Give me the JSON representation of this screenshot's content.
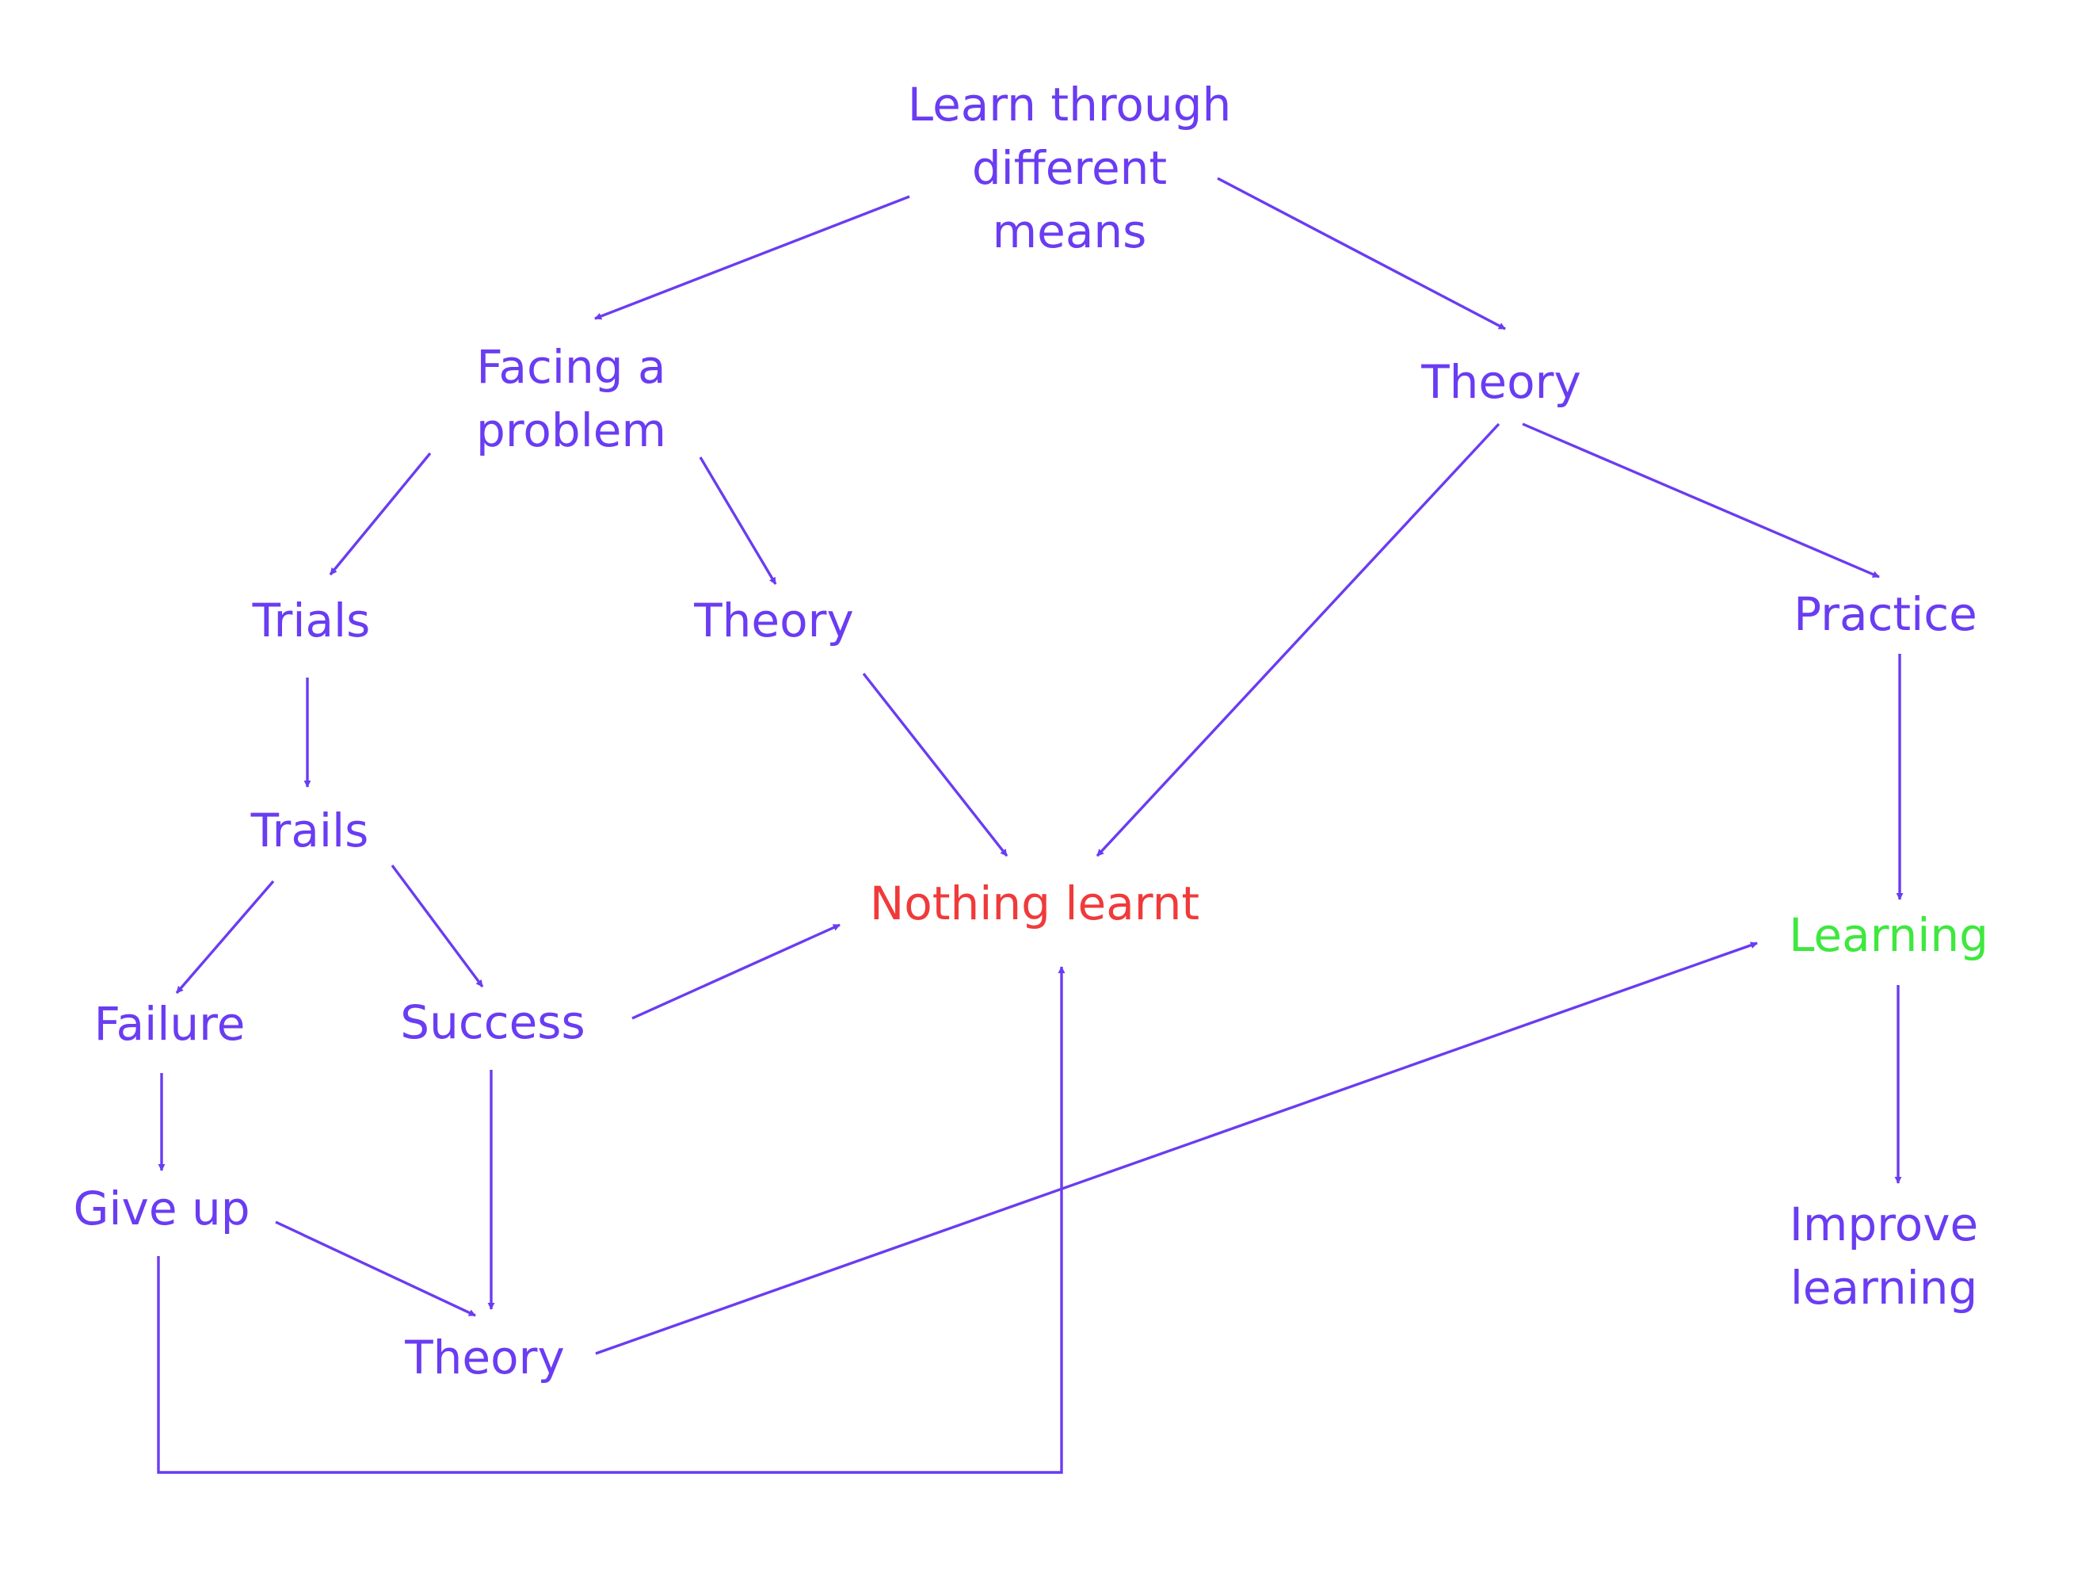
{
  "colors": {
    "primary": "#6a3cf2",
    "negative": "#f03a3a",
    "positive": "#3ee83e",
    "background": "#ffffff"
  },
  "nodes": {
    "learn_root": {
      "lines": [
        "Learn through",
        "different",
        "means"
      ],
      "color": "primary"
    },
    "facing_problem": {
      "lines": [
        "Facing a",
        "problem"
      ],
      "color": "primary"
    },
    "theory_right": {
      "lines": [
        "Theory"
      ],
      "color": "primary"
    },
    "trials": {
      "lines": [
        "Trials"
      ],
      "color": "primary"
    },
    "theory_middle": {
      "lines": [
        "Theory"
      ],
      "color": "primary"
    },
    "practice": {
      "lines": [
        "Practice"
      ],
      "color": "primary"
    },
    "trails": {
      "lines": [
        "Trails"
      ],
      "color": "primary"
    },
    "nothing_learnt": {
      "lines": [
        "Nothing learnt"
      ],
      "color": "negative"
    },
    "learning": {
      "lines": [
        "Learning"
      ],
      "color": "positive"
    },
    "failure": {
      "lines": [
        "Failure"
      ],
      "color": "primary"
    },
    "success": {
      "lines": [
        "Success"
      ],
      "color": "primary"
    },
    "give_up": {
      "lines": [
        "Give up"
      ],
      "color": "primary"
    },
    "theory_bottom": {
      "lines": [
        "Theory"
      ],
      "color": "primary"
    },
    "improve_learning": {
      "lines": [
        "Improve",
        "learning"
      ],
      "color": "primary"
    }
  },
  "edges": [
    {
      "from": "learn_root",
      "to": "facing_problem"
    },
    {
      "from": "learn_root",
      "to": "theory_right"
    },
    {
      "from": "facing_problem",
      "to": "trials"
    },
    {
      "from": "facing_problem",
      "to": "theory_middle"
    },
    {
      "from": "theory_right",
      "to": "nothing_learnt"
    },
    {
      "from": "theory_right",
      "to": "practice"
    },
    {
      "from": "trials",
      "to": "trails"
    },
    {
      "from": "theory_middle",
      "to": "nothing_learnt"
    },
    {
      "from": "practice",
      "to": "learning"
    },
    {
      "from": "trails",
      "to": "failure"
    },
    {
      "from": "trails",
      "to": "success"
    },
    {
      "from": "success",
      "to": "nothing_learnt"
    },
    {
      "from": "learning",
      "to": "improve_learning"
    },
    {
      "from": "failure",
      "to": "give_up"
    },
    {
      "from": "success",
      "to": "theory_bottom"
    },
    {
      "from": "give_up",
      "to": "theory_bottom"
    },
    {
      "from": "theory_bottom",
      "to": "learning"
    },
    {
      "from": "give_up",
      "to": "nothing_learnt"
    }
  ]
}
